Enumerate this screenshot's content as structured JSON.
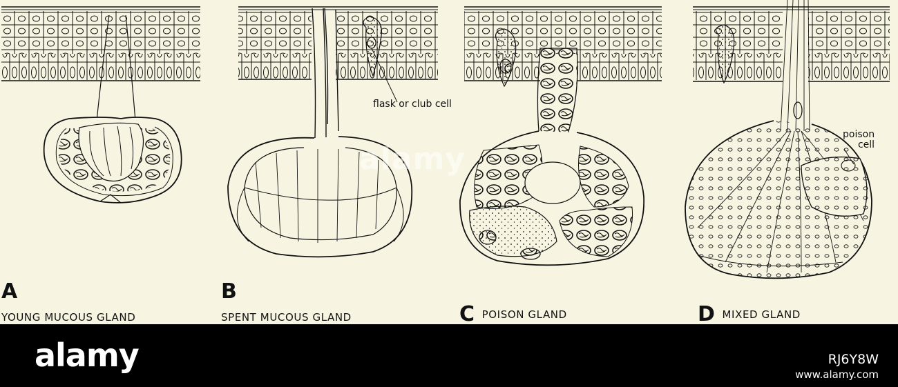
{
  "panels": [
    {
      "letter": "A",
      "caption": "YOUNG MUCOUS GLAND"
    },
    {
      "letter": "B",
      "caption": "SPENT MUCOUS GLAND"
    },
    {
      "letter": "C",
      "caption": "POISON GLAND"
    },
    {
      "letter": "D",
      "caption": "MIXED GLAND"
    }
  ],
  "annotations": {
    "flask_cell": "flask or club cell",
    "poison_cell_line1": "poison",
    "poison_cell_line2": "cell"
  },
  "watermark": "alamy",
  "footer": {
    "brand": "alamy",
    "image_id": "RJ6Y8W",
    "url": "www.alamy.com"
  },
  "colors": {
    "background": "#f7f5e2",
    "ink": "#111111",
    "footer": "#000000"
  }
}
